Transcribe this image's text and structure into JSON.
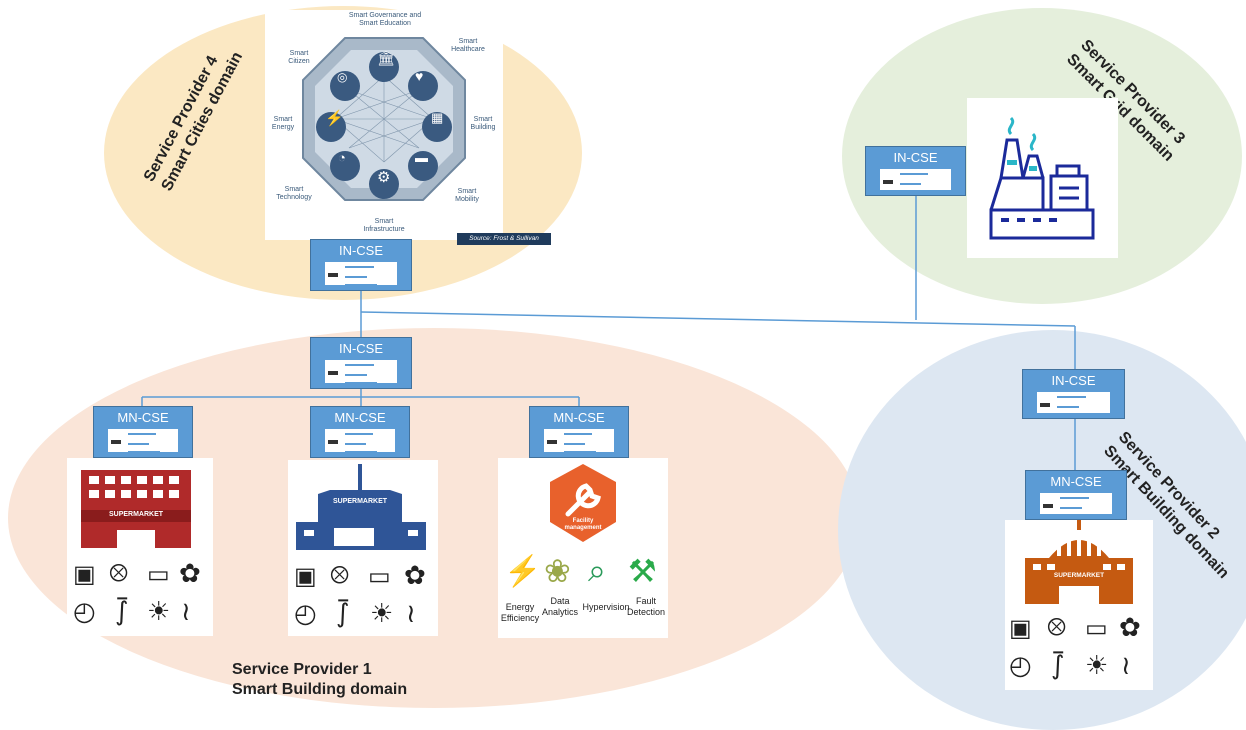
{
  "cse_labels": {
    "in": "IN-CSE",
    "mn": "MN-CSE"
  },
  "domains": {
    "sp1": {
      "line1": "Service Provider 1",
      "line2": "Smart Building domain"
    },
    "sp2": {
      "line1": "Service Provider 2",
      "line2": "Smart Building domain"
    },
    "sp3": {
      "line1": "Service Provider 3",
      "line2": "Smart Grid domain"
    },
    "sp4": {
      "line1": "Service Provider 4",
      "line2": "Smart Cities domain"
    }
  },
  "smart_city": {
    "governance": "Smart Governance and Smart Education",
    "healthcare": "Smart Healthcare",
    "building": "Smart Building",
    "mobility": "Smart Mobility",
    "infrastructure": "Smart Infrastructure",
    "technology": "Smart Technology",
    "energy": "Smart Energy",
    "citizen": "Smart Citizen",
    "source": "Source: Frost & Sullivan"
  },
  "supermarket_sign": "SUPERMARKET",
  "facility": {
    "badge": "Facility management",
    "items": [
      "Energy Efficiency",
      "Data Analytics",
      "Hypervision",
      "Fault Detection"
    ]
  },
  "colors": {
    "sp1_ellipse": "#fae5d8",
    "sp2_ellipse": "#dde7f2",
    "sp3_ellipse": "#e5efdc",
    "sp4_ellipse": "#fbe8c3",
    "cse_box": "#5b9bd5",
    "connector": "#5b9bd5",
    "supermarket_red": "#b02a2a",
    "supermarket_blue": "#2f5597",
    "supermarket_orange": "#c55a11",
    "facility_orange": "#e8612c"
  }
}
